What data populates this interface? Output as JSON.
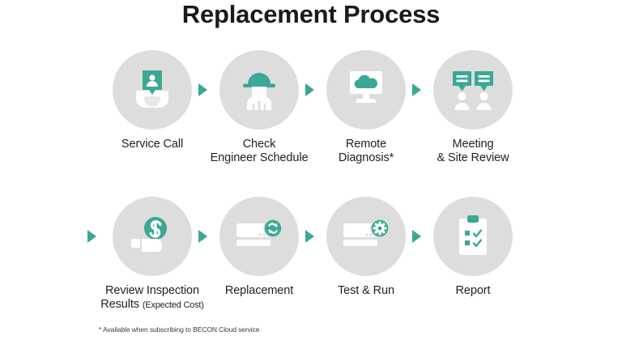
{
  "title": "Replacement Process",
  "colors": {
    "accent": "#3aa894",
    "circle_bg": "#dddddd",
    "text": "#231f20",
    "page_bg": "#ffffff"
  },
  "footnote": "* Available when subscribing to BECON Cloud service",
  "rows": [
    {
      "id": "row-1",
      "steps": [
        {
          "index": 1,
          "icon": "service-call-icon",
          "label": "Service Call"
        },
        {
          "index": 2,
          "icon": "engineer-hardhat-icon",
          "label": "Check\nEngineer Schedule"
        },
        {
          "index": 3,
          "icon": "cloud-monitor-icon",
          "label": "Remote\nDiagnosis*"
        },
        {
          "index": 4,
          "icon": "meeting-people-icon",
          "label": "Meeting\n& Site Review"
        }
      ]
    },
    {
      "id": "row-2",
      "steps": [
        {
          "index": 5,
          "icon": "hand-coin-icon",
          "label": "Review Inspection\nResults ",
          "sublabel": "(Expected Cost)"
        },
        {
          "index": 6,
          "icon": "ac-unit-replace-icon",
          "label": "Replacement"
        },
        {
          "index": 7,
          "icon": "ac-unit-gear-icon",
          "label": "Test & Run"
        },
        {
          "index": 8,
          "icon": "clipboard-check-icon",
          "label": "Report"
        }
      ]
    }
  ],
  "arrows": {
    "count": 7,
    "shape": "right-triangle",
    "color": "#3aa894"
  }
}
